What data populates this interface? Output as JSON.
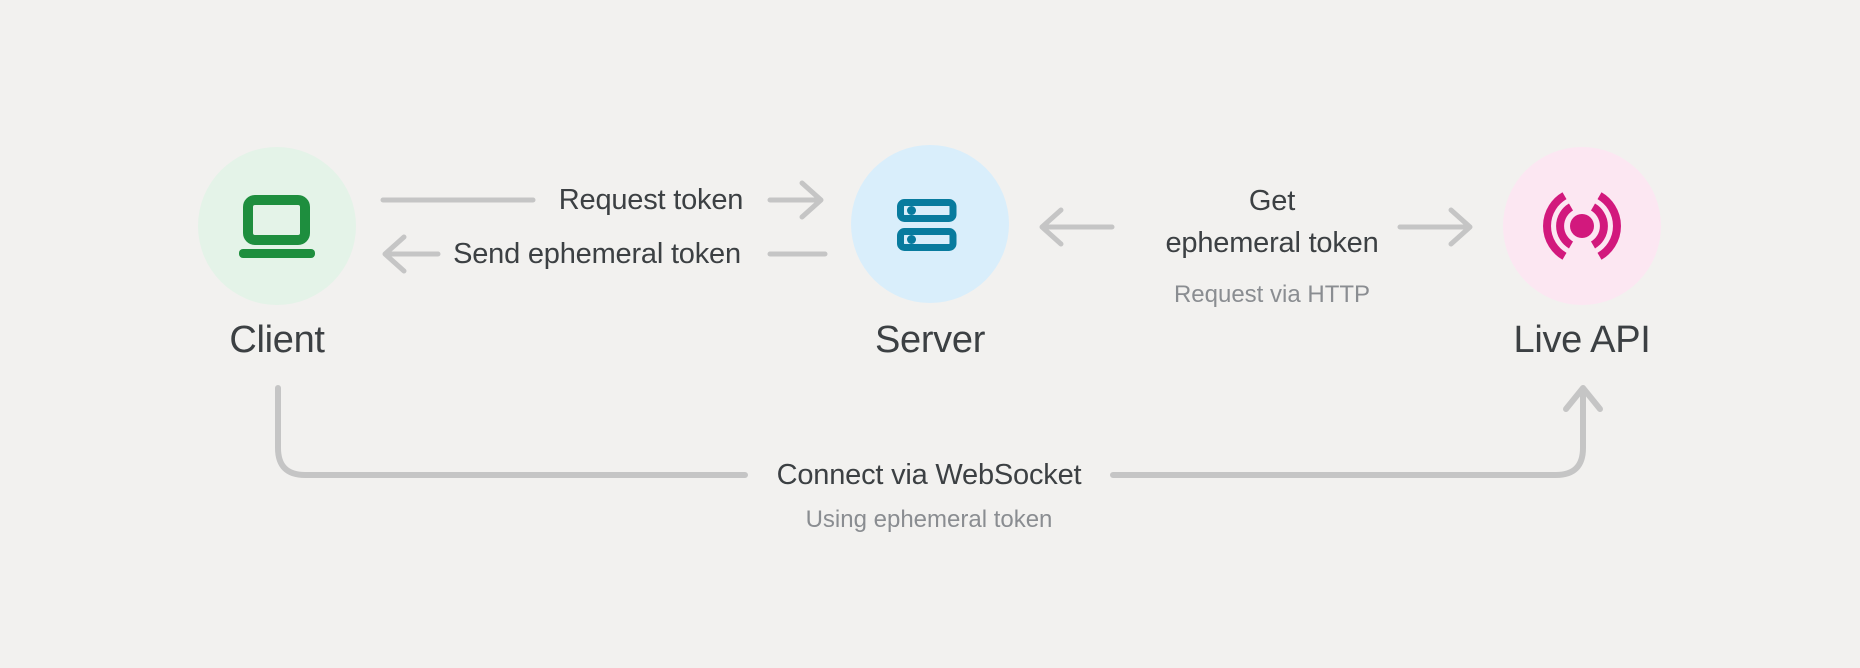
{
  "diagram": {
    "nodes": {
      "client": {
        "label": "Client",
        "icon": "laptop-icon"
      },
      "server": {
        "label": "Server",
        "icon": "server-rack-icon"
      },
      "live_api": {
        "label": "Live API",
        "icon": "live-broadcast-icon"
      }
    },
    "edges": {
      "request_token": {
        "label": "Request token",
        "from": "Client",
        "to": "Server",
        "direction": "right"
      },
      "send_ephemeral_token": {
        "label": "Send ephemeral token",
        "from": "Server",
        "to": "Client",
        "direction": "left"
      },
      "get_ephemeral_token": {
        "label_lines": [
          "Get",
          "ephemeral token"
        ],
        "sublabel": "Request via HTTP",
        "between": [
          "Server",
          "Live API"
        ],
        "direction": "both-outward"
      },
      "connect_websocket": {
        "label": "Connect via WebSocket",
        "sublabel": "Using ephemeral token",
        "from": "Client",
        "to": "Live API",
        "direction": "up-into-live-api"
      }
    },
    "colors": {
      "bg": "#f2f1ef",
      "text_dark": "#3c4043",
      "text_gray": "#8a8d91",
      "arrow_gray": "#c5c5c5",
      "client_green": "#1e8e3e",
      "client_bg": "#e4f3e8",
      "server_blue": "#087b9e",
      "server_bg": "#d9eefb",
      "live_pink": "#d2197d",
      "live_bg": "#fce7f2"
    }
  }
}
